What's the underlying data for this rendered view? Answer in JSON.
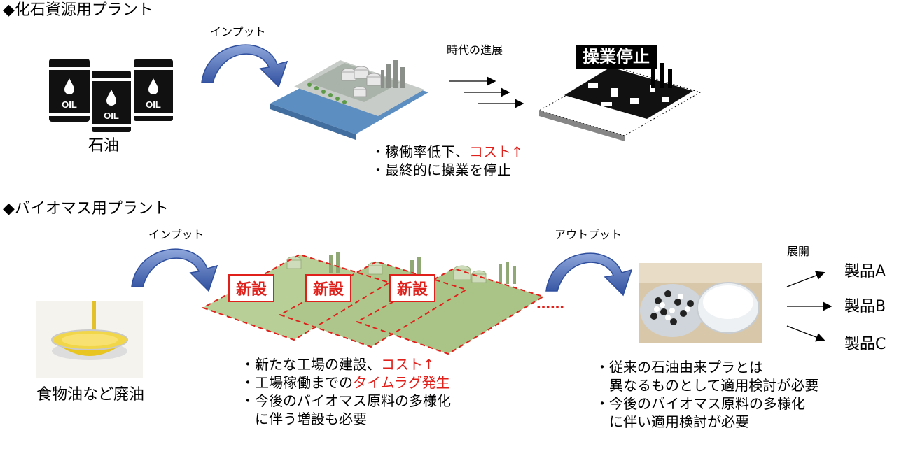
{
  "fossil": {
    "heading": "◆化石資源用プラント",
    "input_label": "インプット",
    "barrel_text": "OIL",
    "oil_label": "石油",
    "progress_label": "時代の進展",
    "stop_label": "操業停止",
    "bullets": [
      {
        "prefix": "・稼働率低下、",
        "highlight": "コスト↑"
      },
      {
        "prefix": "・最終的に操業を停止",
        "highlight": ""
      }
    ]
  },
  "bio": {
    "heading": "◆バイオマス用プラント",
    "input_label": "インプット",
    "output_label": "アウトプット",
    "oil_label": "食物油など廃油",
    "new_label": "新設",
    "dots": "……",
    "expand_label": "展開",
    "products": [
      "製品A",
      "製品B",
      "製品C"
    ],
    "plant_bullets": [
      {
        "prefix": "・新たな工場の建設、",
        "highlight": "コスト↑"
      },
      {
        "prefix": "・工場稼働までの",
        "highlight": "タイムラグ発生"
      },
      {
        "prefix": "・今後のバイオマス原料の多様化",
        "highlight": ""
      },
      {
        "prefix": "　に伴う増設も必要",
        "highlight": ""
      }
    ],
    "product_bullets": [
      "・従来の石油由来プラとは",
      "　異なるものとして適用検討が必要",
      "・今後のバイオマス原料の多様化",
      "　に伴い適用検討が必要"
    ]
  },
  "colors": {
    "red": "#e0201b",
    "arrow_blue": "#3f5fae",
    "plant_green": "#a9c486"
  }
}
